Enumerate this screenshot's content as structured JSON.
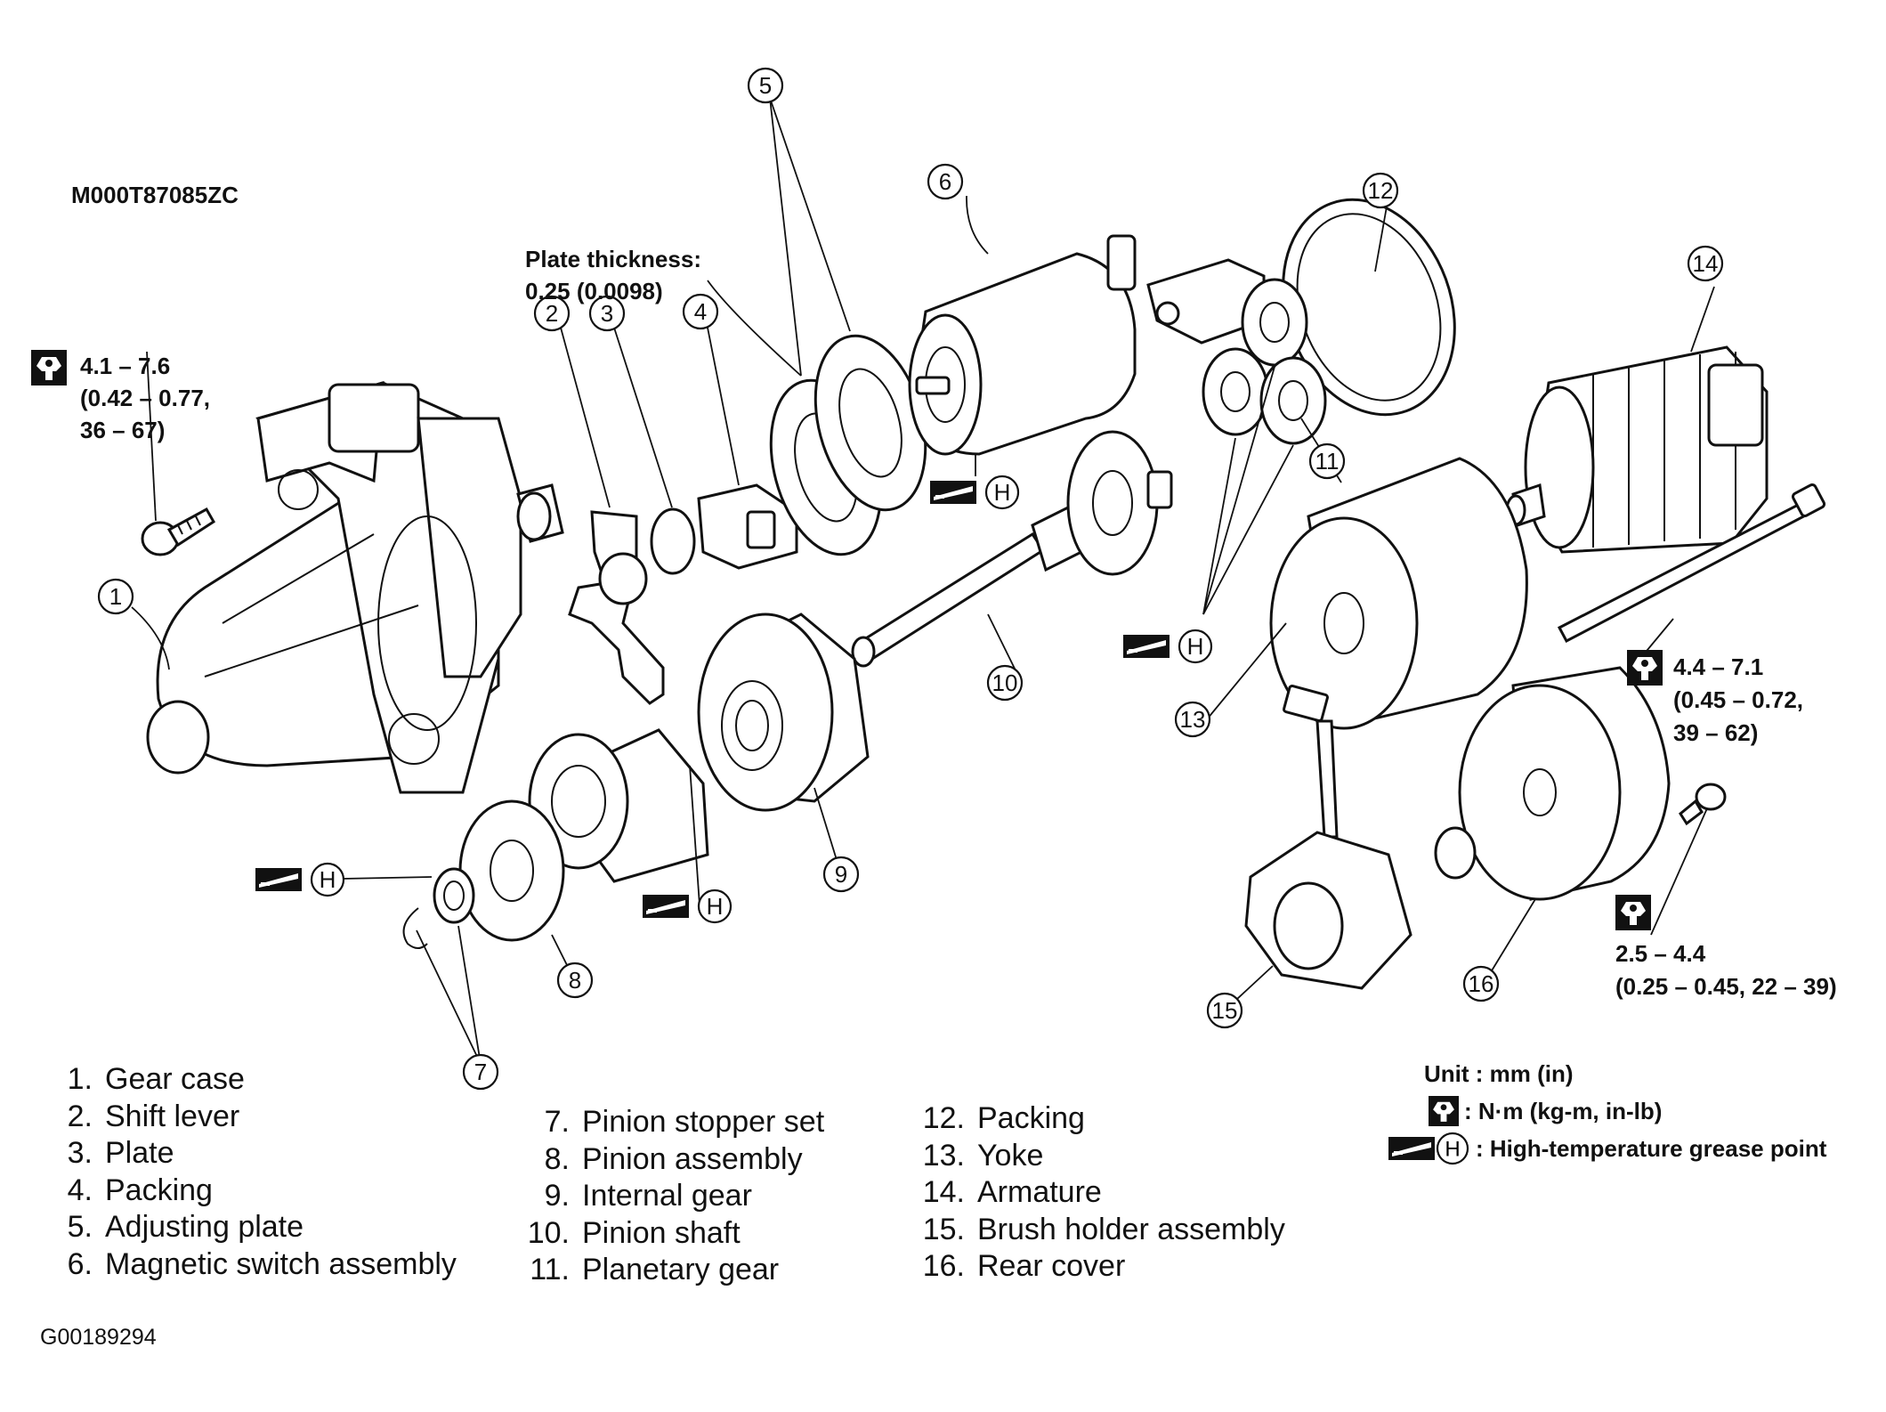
{
  "diagram_code": "M000T87085ZC",
  "footer_code": "G00189294",
  "plate_note": {
    "line1": "Plate thickness:",
    "line2": "0.25 (0.0098)"
  },
  "torque_specs": {
    "gear_case_bolt": {
      "line1": "4.1 – 7.6",
      "line2": "(0.42 – 0.77,",
      "line3": "36 – 67)"
    },
    "through_bolt": {
      "line1": "4.4 – 7.1",
      "line2": "(0.45 – 0.72,",
      "line3": "39 – 62)"
    },
    "rear_cover_screw": {
      "line1": "2.5 – 4.4",
      "line2": "(0.25 – 0.45, 22 – 39)"
    }
  },
  "grease_symbol_letter": "H",
  "callout_numbers": [
    "1",
    "2",
    "3",
    "4",
    "5",
    "6",
    "7",
    "8",
    "9",
    "10",
    "11",
    "12",
    "13",
    "14",
    "15",
    "16"
  ],
  "legend": [
    {
      "num": "1.",
      "label": "Gear case"
    },
    {
      "num": "2.",
      "label": "Shift lever"
    },
    {
      "num": "3.",
      "label": "Plate"
    },
    {
      "num": "4.",
      "label": "Packing"
    },
    {
      "num": "5.",
      "label": "Adjusting plate"
    },
    {
      "num": "6.",
      "label": "Magnetic switch assembly"
    },
    {
      "num": "7.",
      "label": "Pinion stopper set"
    },
    {
      "num": "8.",
      "label": "Pinion assembly"
    },
    {
      "num": "9.",
      "label": "Internal gear"
    },
    {
      "num": "10.",
      "label": "Pinion shaft"
    },
    {
      "num": "11.",
      "label": "Planetary gear"
    },
    {
      "num": "12.",
      "label": "Packing"
    },
    {
      "num": "13.",
      "label": "Yoke"
    },
    {
      "num": "14.",
      "label": "Armature"
    },
    {
      "num": "15.",
      "label": "Brush holder assembly"
    },
    {
      "num": "16.",
      "label": "Rear cover"
    }
  ],
  "units": {
    "unit_line": "Unit : mm (in)",
    "torque_line": ": N·m (kg-m, in-lb)",
    "grease_line": ": High-temperature grease point"
  }
}
